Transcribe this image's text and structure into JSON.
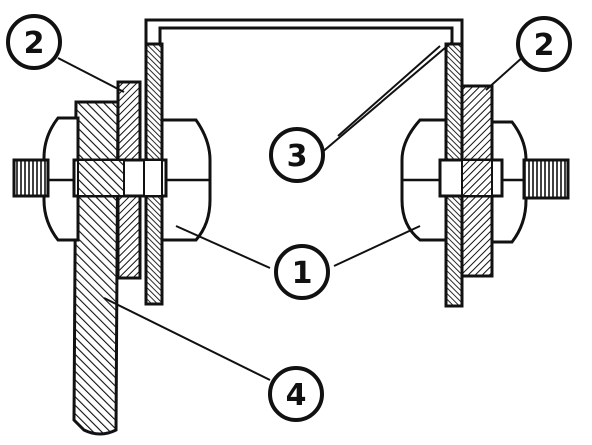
{
  "diagram": {
    "callouts": [
      {
        "id": "c2-left",
        "label": "2"
      },
      {
        "id": "c2-right",
        "label": "2"
      },
      {
        "id": "c3",
        "label": "3"
      },
      {
        "id": "c1",
        "label": "1"
      },
      {
        "id": "c4",
        "label": "4"
      }
    ]
  },
  "colors": {
    "ink": "#111111",
    "paper": "#ffffff",
    "bolt": "#ffffff"
  },
  "icons": {
    "hatch": "diagonal-hatch-fill"
  }
}
